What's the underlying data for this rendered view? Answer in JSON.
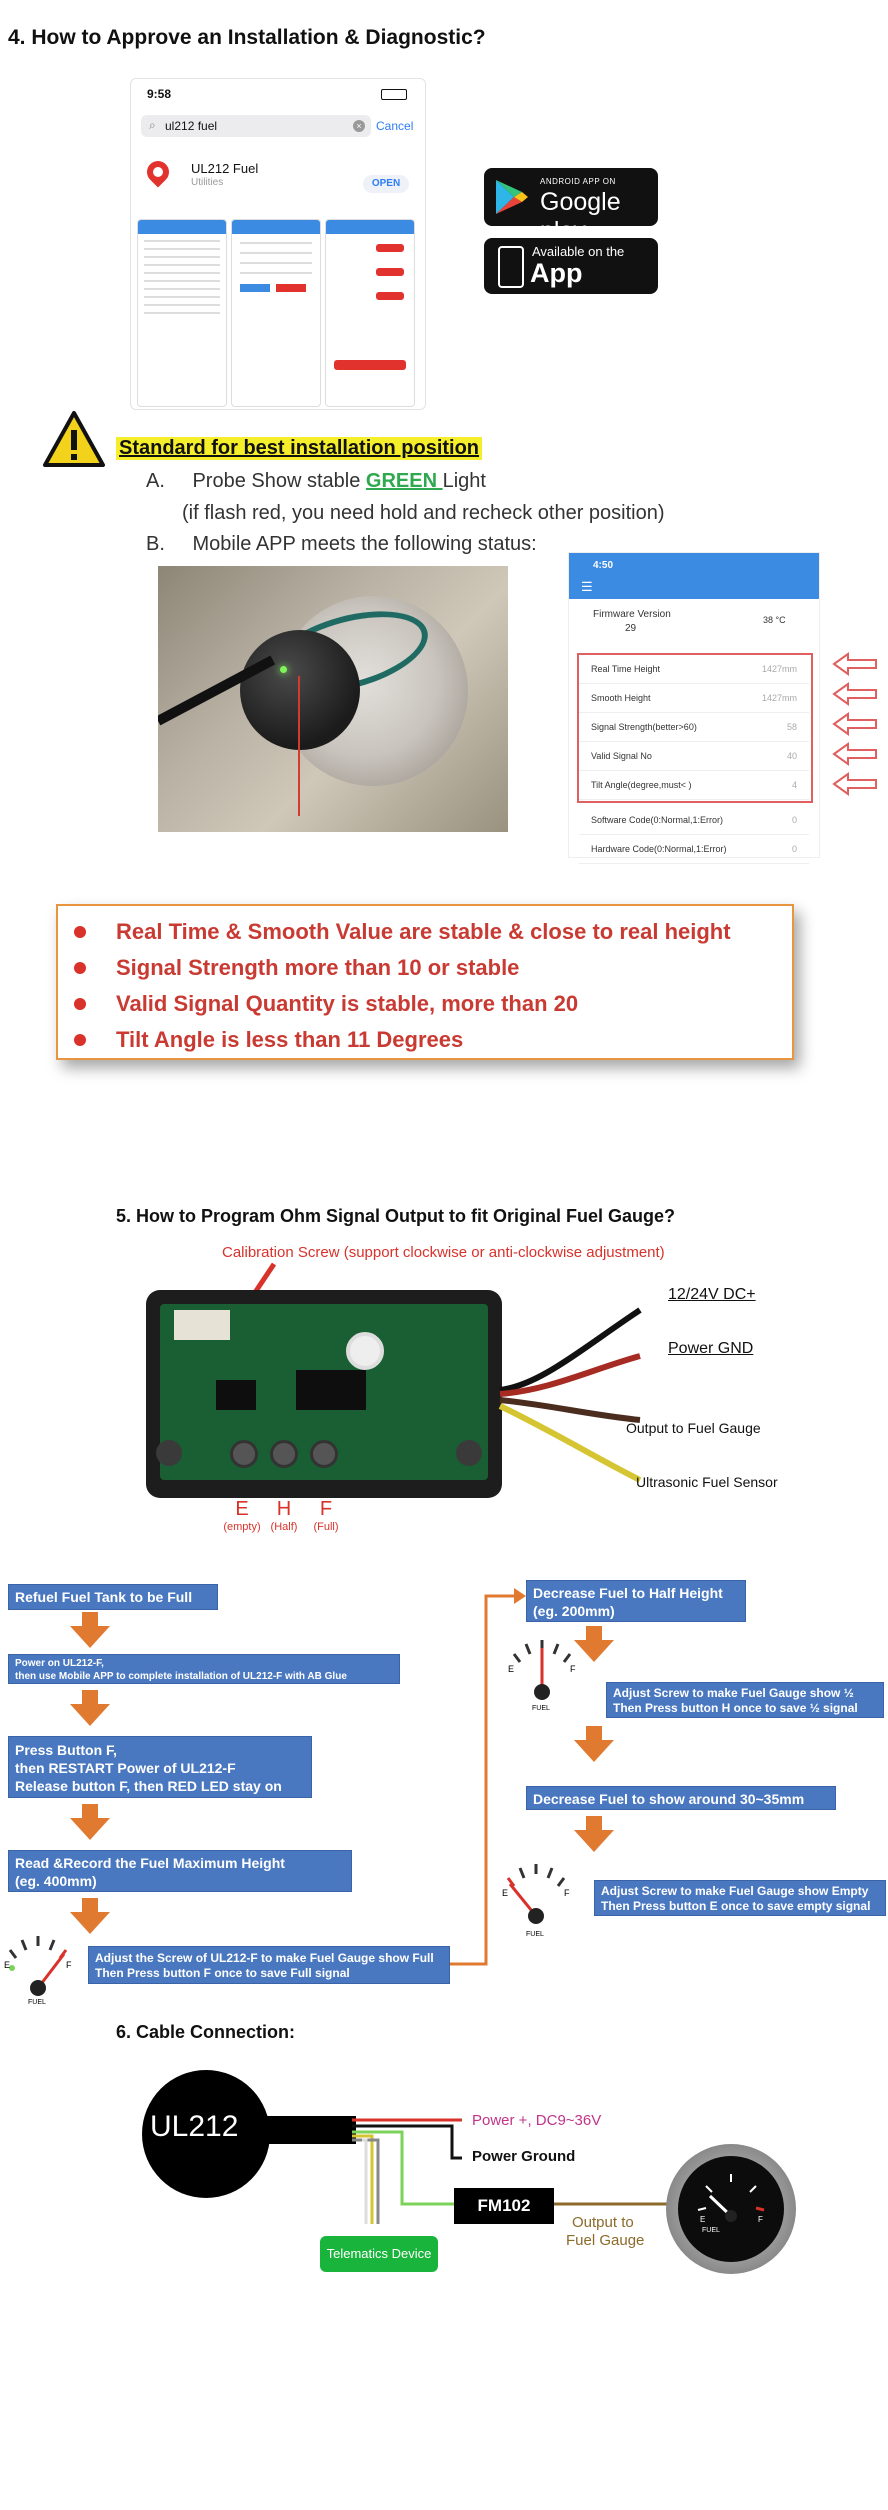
{
  "section4": {
    "title": "4.  How to Approve an Installation & Diagnostic?",
    "phone_time": "9:58",
    "search_text": "ul212 fuel",
    "cancel": "Cancel",
    "app_name": "UL212 Fuel",
    "app_category": "Utilities",
    "open_button": "OPEN",
    "google_small": "ANDROID APP ON",
    "google_big": "Google play",
    "apple_small": "Available on the",
    "apple_big": "App Store",
    "standard_heading": "Standard for best installation position",
    "item_a_letter": "A.",
    "item_a_text_before": "Probe Show stable ",
    "item_a_green": "GREEN ",
    "item_a_text_after": "Light",
    "item_a_note": "(if flash red, you need hold and recheck other position)",
    "item_b_letter": "B.",
    "item_b_text": "Mobile APP meets the following status:",
    "app_status_time": "4:50",
    "firmware_label": "Firmware Version",
    "firmware_value": "29",
    "temp": "38 °C",
    "rows": [
      {
        "label": "Real Time Height",
        "value": "1427mm"
      },
      {
        "label": "Smooth Height",
        "value": "1427mm"
      },
      {
        "label": "Signal Strength(better>60)",
        "value": "58"
      },
      {
        "label": "Valid Signal No",
        "value": "40"
      },
      {
        "label": "Tilt Angle(degree,must< )",
        "value": "4"
      },
      {
        "label": "Software Code(0:Normal,1:Error)",
        "value": "0"
      },
      {
        "label": "Hardware Code(0:Normal,1:Error)",
        "value": "0"
      }
    ],
    "checklist": [
      "Real Time & Smooth Value are stable & close to real height",
      "Signal Strength more than 10 or stable",
      "Valid Signal Quantity is stable, more than 20",
      "Tilt Angle is less than 11 Degrees"
    ]
  },
  "section5": {
    "title": "5.  How to Program Ohm Signal Output to fit Original Fuel Gauge?",
    "calibration": "Calibration Screw (support clockwise or anti-clockwise adjustment)",
    "wire_labels": [
      "12/24V DC+",
      "Power GND",
      "Output to Fuel Gauge",
      "Ultrasonic Fuel Sensor"
    ],
    "buttons": [
      {
        "letter": "E",
        "sub": "(empty)"
      },
      {
        "letter": "H",
        "sub": "(Half)"
      },
      {
        "letter": "F",
        "sub": "(Full)"
      }
    ],
    "steps_left": [
      "Refuel Fuel Tank to be Full",
      "Power on UL212-F,\nthen use Mobile APP to complete installation of UL212-F with AB Glue",
      "Press Button F,\nthen RESTART Power of UL212-F\nRelease button F, then RED LED stay on",
      "Read &Record the Fuel Maximum Height\n(eg. 400mm)",
      "Adjust the Screw of UL212-F to make Fuel Gauge show Full\nThen Press button F once to save Full signal"
    ],
    "steps_right": [
      "Decrease Fuel to Half Height\n(eg. 200mm)",
      "Adjust Screw to make Fuel Gauge show ½\nThen Press button H once to save ½ signal",
      "Decrease Fuel to show around 30~35mm",
      "Adjust Screw to make Fuel Gauge show Empty\nThen Press button E once to save empty signal"
    ],
    "gauge_text": {
      "e": "E",
      "f": "F",
      "fuel": "FUEL"
    }
  },
  "section6": {
    "title": "6.  Cable Connection:",
    "device": "UL212",
    "power_plus": "Power +, DC9~36V",
    "power_ground": "Power Ground",
    "fm_box": "FM102",
    "telematics": "Telematics Device",
    "output_line1": "Output to",
    "output_line2": "Fuel Gauge"
  },
  "colors": {
    "accent_red": "#c83a32",
    "flow_blue": "#4a78c0",
    "arrow_orange": "#e07a30",
    "app_blue": "#3b8be2"
  }
}
